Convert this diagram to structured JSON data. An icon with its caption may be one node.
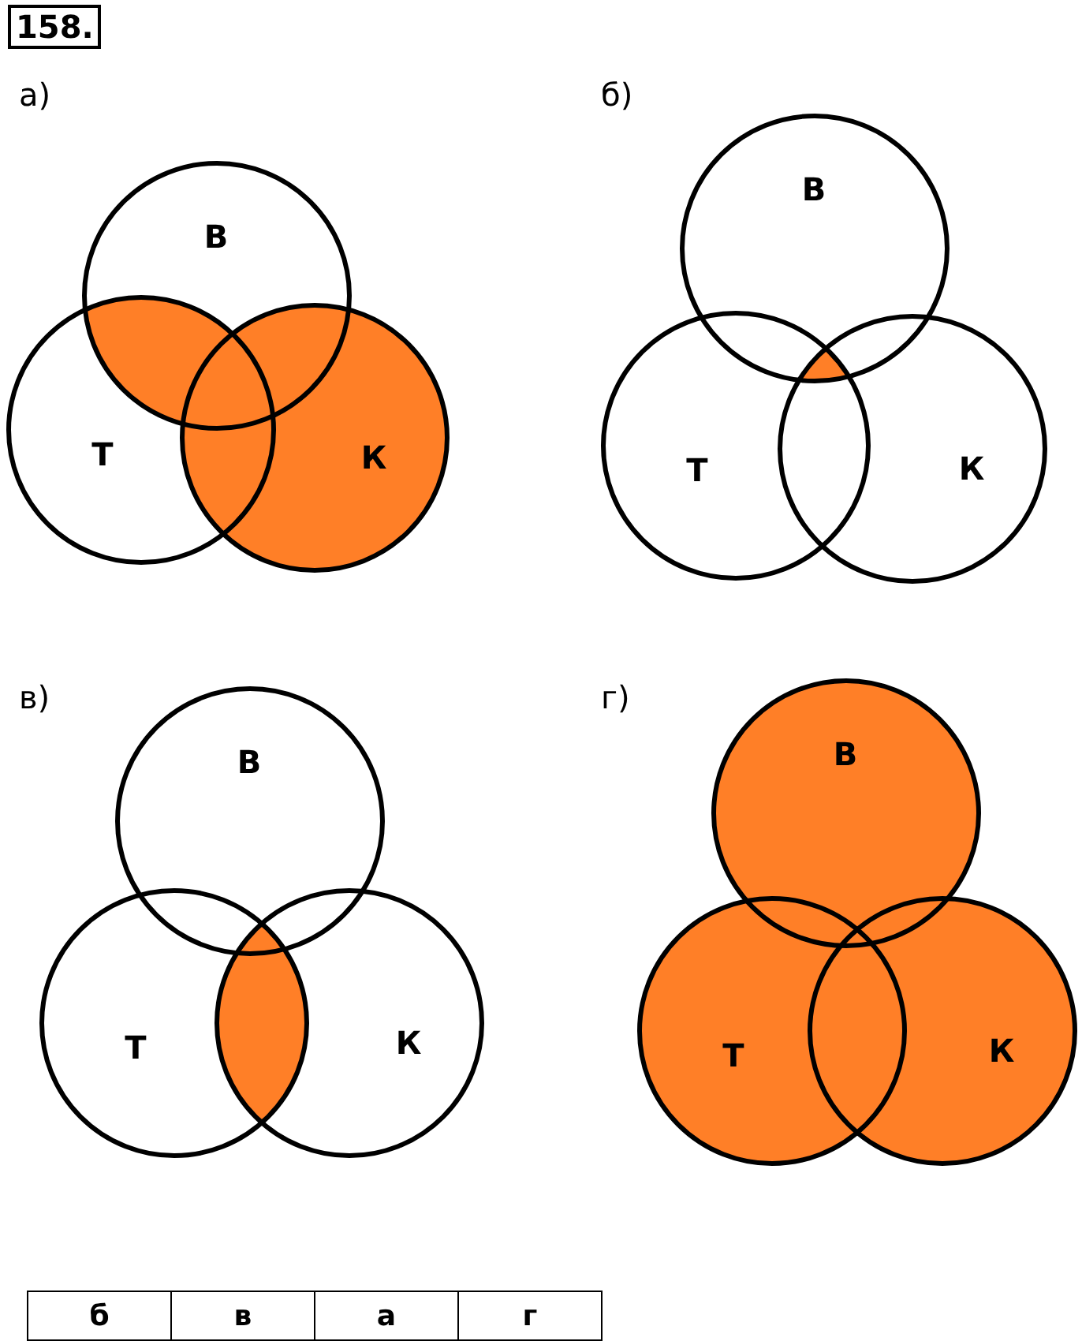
{
  "diagram": {
    "title": "158.",
    "nodes": [
      {
        "text": [
          "В"
        ]
      },
      {
        "text": [
          "Т"
        ]
      },
      {
        "text": [
          "К"
        ]
      },
      {
        "text": [
          "В"
        ]
      },
      {
        "text": [
          "Т"
        ]
      },
      {
        "text": [
          "К"
        ]
      },
      {
        "text": [
          "В"
        ]
      },
      {
        "text": [
          "Т"
        ]
      },
      {
        "text": [
          "К"
        ]
      },
      {
        "text": [
          "В"
        ]
      },
      {
        "text": [
          "Т"
        ]
      },
      {
        "text": [
          "К"
        ]
      }
    ],
    "labels": [
      "а)",
      "б)",
      "в)",
      "г)",
      "б",
      "в",
      "а",
      "г"
    ]
  }
}
